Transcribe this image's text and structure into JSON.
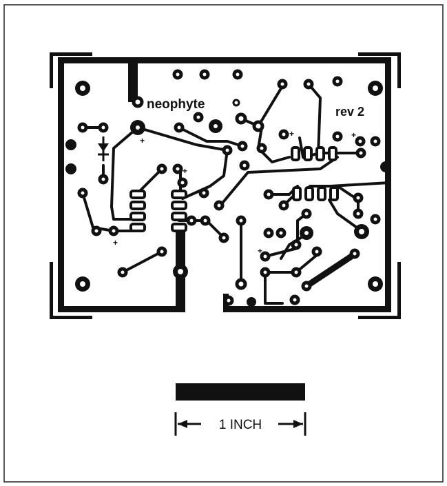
{
  "pcb": {
    "name_label": "neophyte",
    "revision_label": "rev 2",
    "polarity_marks": [
      "+",
      "+",
      "+",
      "+",
      "+",
      "+"
    ],
    "diode_symbol": "diode-icon"
  },
  "scale": {
    "label": "1 INCH"
  },
  "colors": {
    "ink": "#111111",
    "paper": "#ffffff",
    "frame": "#222222"
  }
}
